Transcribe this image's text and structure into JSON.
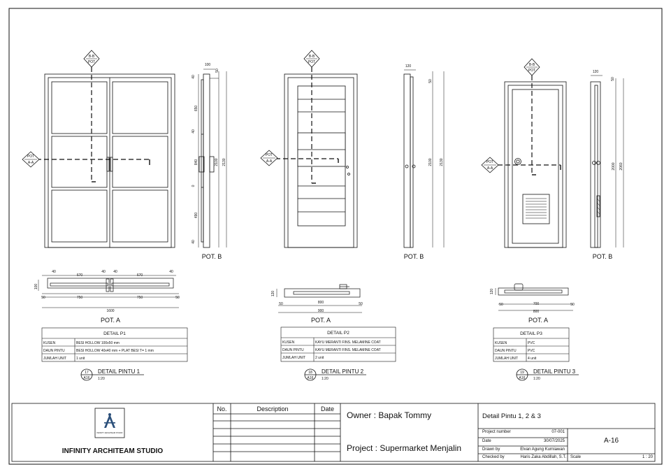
{
  "doors": [
    {
      "elevation_label": "POT. B",
      "section_label": "POT. A",
      "marker_bb": "B-B",
      "marker_pot": "POT",
      "marker_aa": "A-A",
      "elevation_dims": [
        "2100",
        "2130",
        "40",
        "650",
        "40",
        "840",
        "0",
        "490",
        "40",
        "100",
        "50"
      ],
      "plan_dims_top": [
        "40",
        "670",
        "40",
        "40",
        "670",
        "40"
      ],
      "plan_dims_bottom": [
        "50",
        "750",
        "750",
        "50"
      ],
      "plan_total": "1600",
      "plan_side": "100",
      "table_title": "DETAIL P1",
      "rows": [
        {
          "k": "KUSEN",
          "v": "BESI HOLLOW 100x50 mm"
        },
        {
          "k": "DAUN PINTU",
          "v": "BESI HOLLOW 40x40 mm + PLAT BESI T= 1 mm"
        },
        {
          "k": "JUMLAH UNIT",
          "v": "1 unit"
        }
      ],
      "detail_title": "DETAIL PINTU 1",
      "detail_scale": "1:20",
      "bubble_top": "17",
      "bubble_bottom": "A16"
    },
    {
      "elevation_label": "POT. B",
      "section_label": "POT. A",
      "marker_bb": "B-B",
      "marker_pot": "POT",
      "marker_aa": "A-A",
      "elevation_dims": [
        "2100",
        "2130",
        "120",
        "50"
      ],
      "plan_dims_bottom": [
        "50",
        "800",
        "50"
      ],
      "plan_total": "900",
      "plan_side": "120",
      "table_title": "DETAIL P2",
      "rows": [
        {
          "k": "KUSEN",
          "v": "KAYU MERANTI FINS. MELAMINE COAT"
        },
        {
          "k": "DAUN PINTU",
          "v": "KAYU MERANTI FINS. MELAMINE COAT"
        },
        {
          "k": "JUMLAH UNIT",
          "v": "2 unit"
        }
      ],
      "detail_title": "DETAIL PINTU 2",
      "detail_scale": "1:20",
      "bubble_top": "18",
      "bubble_bottom": "A16"
    },
    {
      "elevation_label": "POT. B",
      "section_label": "POT. A",
      "marker_bb": "B-B",
      "marker_pot": "POT",
      "marker_aa": "A-A",
      "elevation_dims": [
        "2000",
        "2060",
        "120",
        "50"
      ],
      "plan_dims_bottom": [
        "50",
        "700",
        "50"
      ],
      "plan_total": "800",
      "plan_side": "120",
      "table_title": "DETAIL P3",
      "rows": [
        {
          "k": "KUSEN",
          "v": "PVC"
        },
        {
          "k": "DAUN PINTU",
          "v": "PVC"
        },
        {
          "k": "JUMLAH UNIT",
          "v": "4 unit"
        }
      ],
      "detail_title": "DETAIL PINTU 3",
      "detail_scale": "1:20",
      "bubble_top": "19",
      "bubble_bottom": "A16"
    }
  ],
  "title_block": {
    "studio": "INFINITY ARCHITEAM STUDIO",
    "logo_text": "INFINITY ARCHITEAM STUDIO",
    "rev_headers": [
      "No.",
      "Description",
      "Date"
    ],
    "owner": "Owner : Bapak Tommy",
    "project": "Project : Supermarket Menjalin",
    "sheet_title": "Detail Pintu 1, 2 & 3",
    "project_number_label": "Project number",
    "project_number": "07-001",
    "date_label": "Date",
    "date": "30/07/2025",
    "drawn_label": "Drawn by",
    "drawn": "Elvan Agung Kurniawan",
    "checked_label": "Checked by",
    "checked": "Haris Zaka Abdillah, S.T.",
    "scale_label": "Scale",
    "scale": "1 : 20",
    "sheet_no": "A-16"
  }
}
